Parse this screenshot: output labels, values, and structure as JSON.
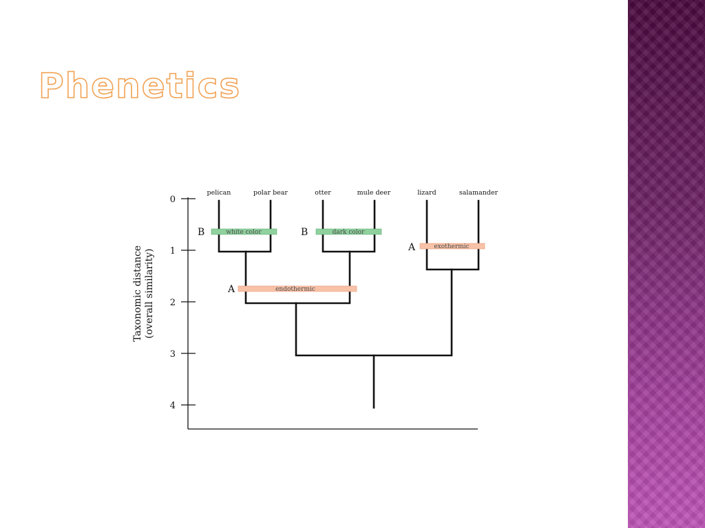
{
  "title": "Phenetics",
  "colors": {
    "title_fill": "#ffffff",
    "title_outline": "#f0a254",
    "shared_character": "#8fd19e",
    "trait_character": "#f7c2a8",
    "line": "#111111",
    "side_panel": "#8a2f82"
  },
  "diagram": {
    "y_axis_title": [
      "Taxonomic distance",
      "(overall similarity)"
    ],
    "y_ticks": [
      "0",
      "1",
      "2",
      "3",
      "4"
    ],
    "taxa": [
      "pelican",
      "polar bear",
      "otter",
      "mule deer",
      "lizard",
      "salamander"
    ],
    "characters": [
      {
        "group": "B",
        "label": "white color",
        "type": "shared_character"
      },
      {
        "group": "B",
        "label": "dark color",
        "type": "shared_character"
      },
      {
        "group": "A",
        "label": "exothermic",
        "type": "trait_character"
      },
      {
        "group": "A",
        "label": "endothermic",
        "type": "trait_character"
      }
    ]
  }
}
